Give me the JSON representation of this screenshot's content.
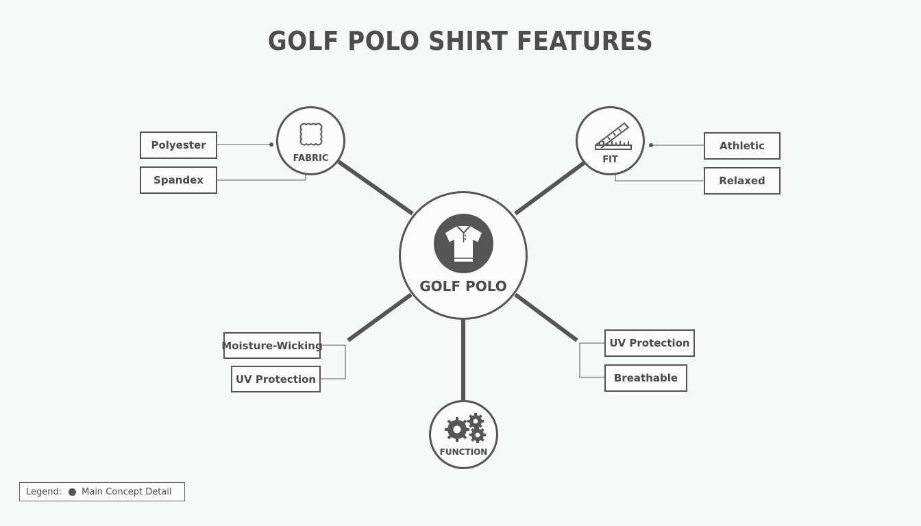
{
  "title": "GOLF POLO SHIRT FEATURES",
  "center": {
    "label": "GOLF POLO",
    "icon": "polo-shirt-icon"
  },
  "branches": [
    {
      "id": "fabric",
      "label": "FABRIC",
      "icon": "fabric-swatch-icon",
      "details": [
        "Polyester",
        "Spandex"
      ]
    },
    {
      "id": "fit",
      "label": "FIT",
      "icon": "ruler-icon",
      "details": [
        "Athletic",
        "Relaxed"
      ]
    },
    {
      "id": "function",
      "label": "FUNCTION",
      "icon": "gears-icon",
      "details_left": [
        "Moisture-Wicking",
        "UV Protection"
      ],
      "details_right": [
        "UV Protection",
        "Breathable"
      ]
    }
  ],
  "legend": {
    "prefix": "Legend:",
    "text": "Main Concept Detail"
  },
  "colors": {
    "stroke": "#555555",
    "background": "#f7f8f8",
    "icon_fill": "#555555"
  }
}
